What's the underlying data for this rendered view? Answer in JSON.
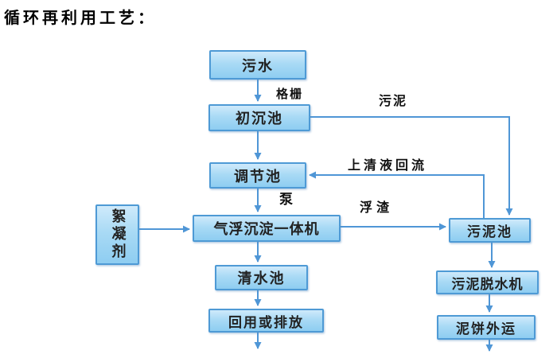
{
  "title": "循环再利用工艺：",
  "flowchart": {
    "nodes": {
      "sewage": {
        "label": "污水"
      },
      "primary_tank": {
        "label": "初沉池"
      },
      "regulating_tank": {
        "label": "调节池"
      },
      "flocculant": {
        "label": "絮凝剂"
      },
      "daf_unit": {
        "label": "气浮沉淀一体机"
      },
      "clean_tank": {
        "label": "清水池"
      },
      "reuse_discharge": {
        "label": "回用或排放"
      },
      "sludge_tank": {
        "label": "污泥池"
      },
      "dewatering": {
        "label": "污泥脱水机"
      },
      "cake_out": {
        "label": "泥饼外运"
      }
    },
    "edge_labels": {
      "grid": "格栅",
      "sludge": "污泥",
      "supernatant_return": "上清液回流",
      "pump": "泵",
      "scum": "浮渣"
    },
    "colors": {
      "box_border": "#4e9ad5",
      "box_fill_top": "#cfeafb",
      "box_fill_bottom": "#8ecdf1",
      "connector_line": "#4f96d6",
      "label_text": "#111111",
      "title_text": "#000000"
    }
  }
}
